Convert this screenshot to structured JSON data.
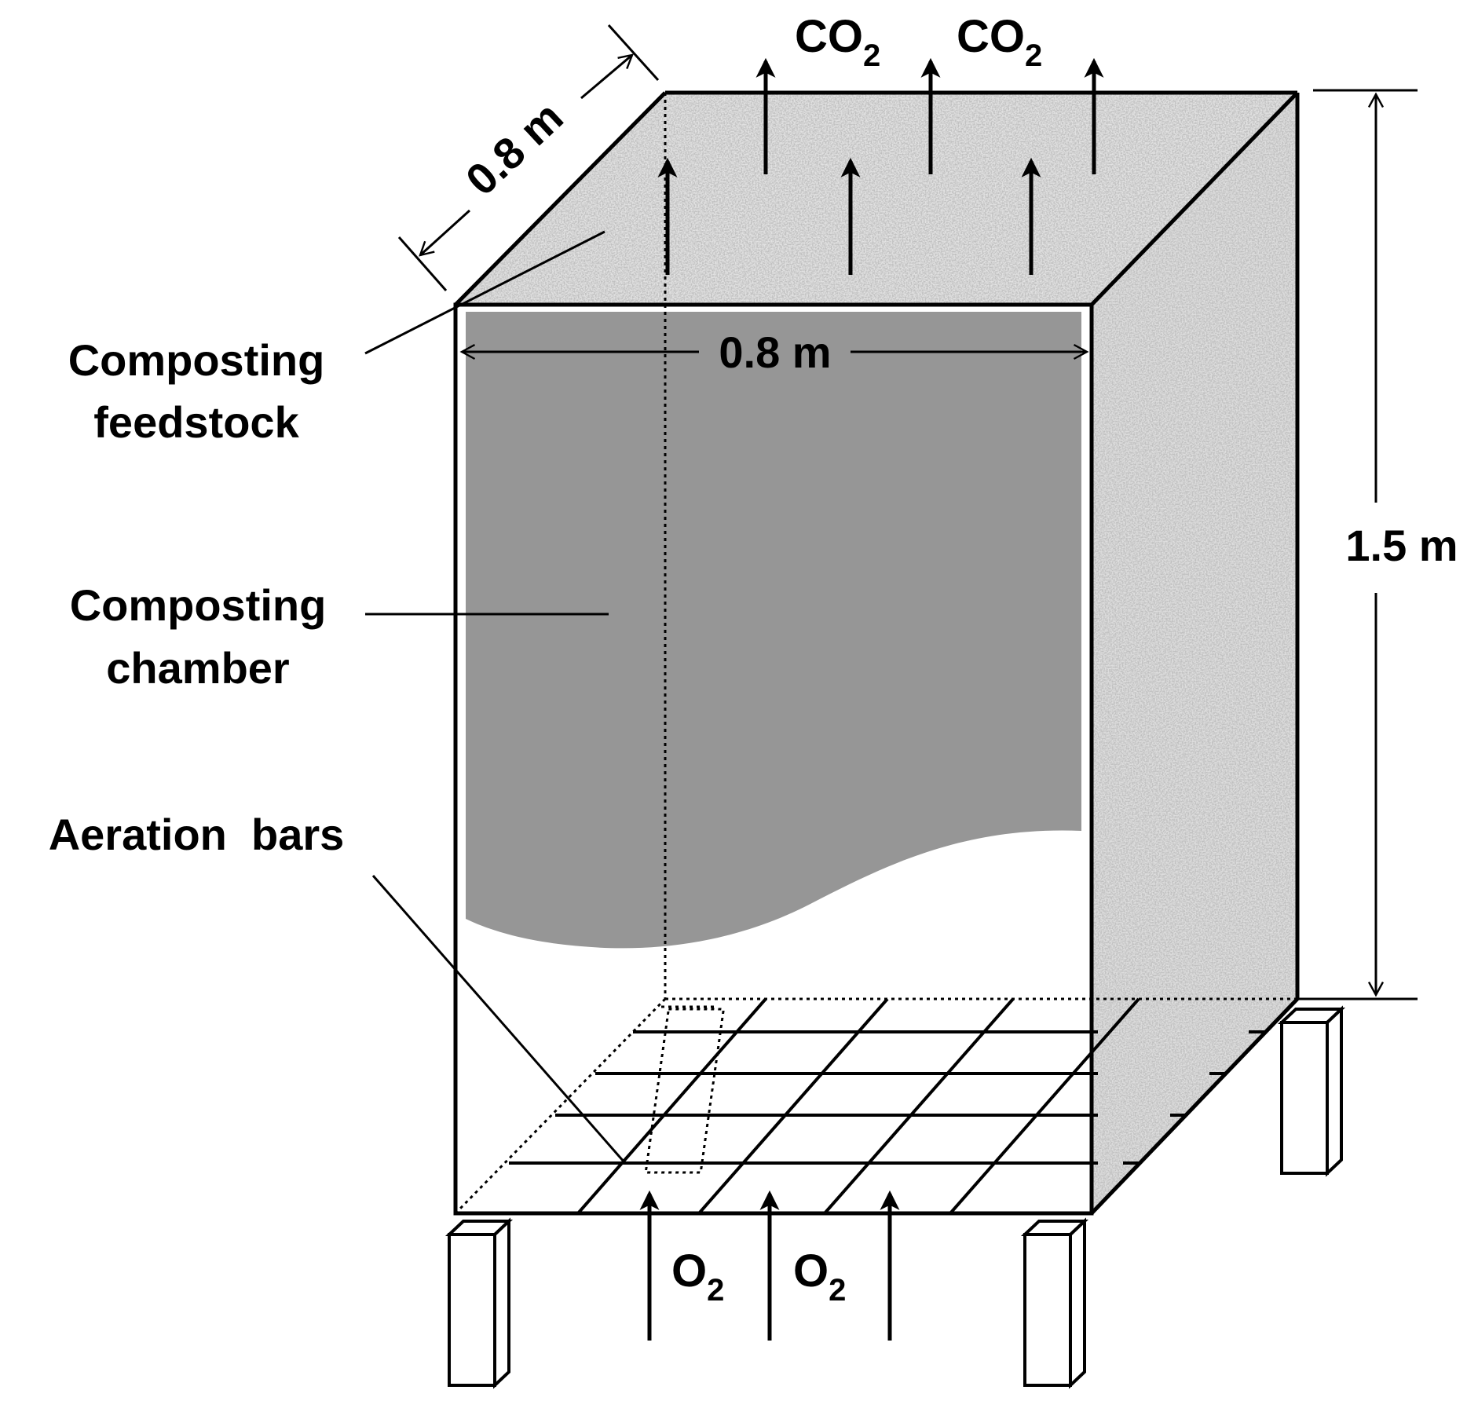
{
  "labels": {
    "feedstock_line1": "Composting",
    "feedstock_line2": "feedstock",
    "chamber_line1": "Composting",
    "chamber_line2": "chamber",
    "aeration": "Aeration  bars"
  },
  "dimensions": {
    "depth": "0.8 m",
    "width": "0.8 m",
    "height": "1.5 m"
  },
  "gases": {
    "out_main": "CO",
    "out_sub": "2",
    "in_main": "O",
    "in_sub": "2"
  },
  "colors": {
    "chamber_fill": "#969696",
    "outline": "#000000",
    "background": "#ffffff"
  }
}
